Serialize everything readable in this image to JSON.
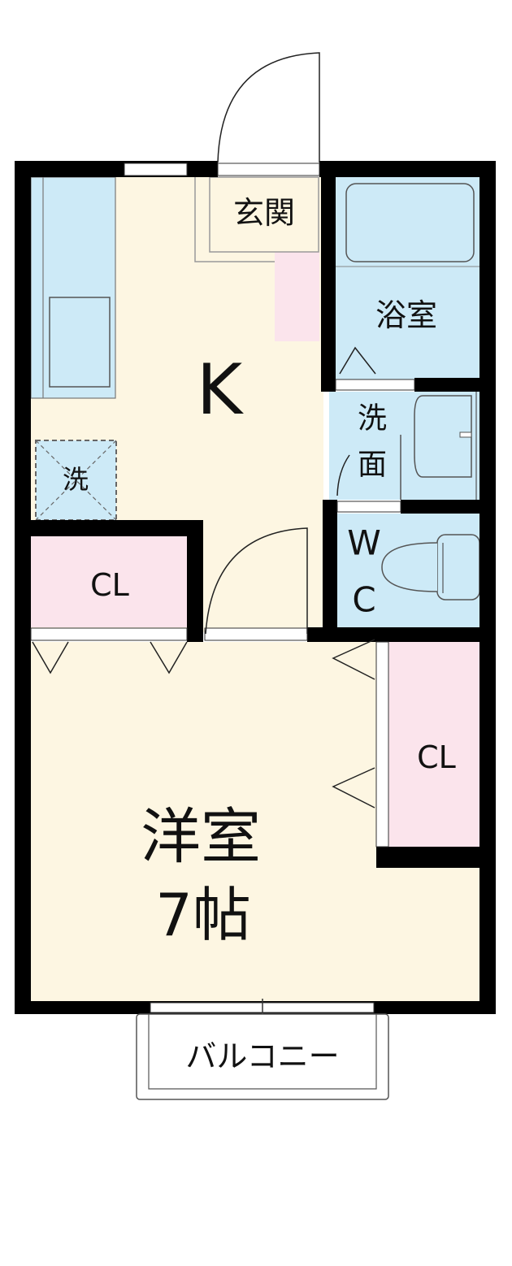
{
  "plan": {
    "labels": {
      "entrance": "玄関",
      "bathroom": "浴室",
      "kitchen": "K",
      "washroom_1": "洗",
      "washroom_2": "面",
      "washer": "洗",
      "closet_left": "CL",
      "wc_1": "W",
      "wc_2": "C",
      "closet_right": "CL",
      "bedroom": "洋室",
      "bedroom_size": "7帖",
      "balcony": "バルコニー"
    },
    "colors": {
      "floor": "#fdf6e2",
      "wet_area": "#cdeaf7",
      "storage": "#fbe4ec",
      "wall": "#000000"
    }
  }
}
